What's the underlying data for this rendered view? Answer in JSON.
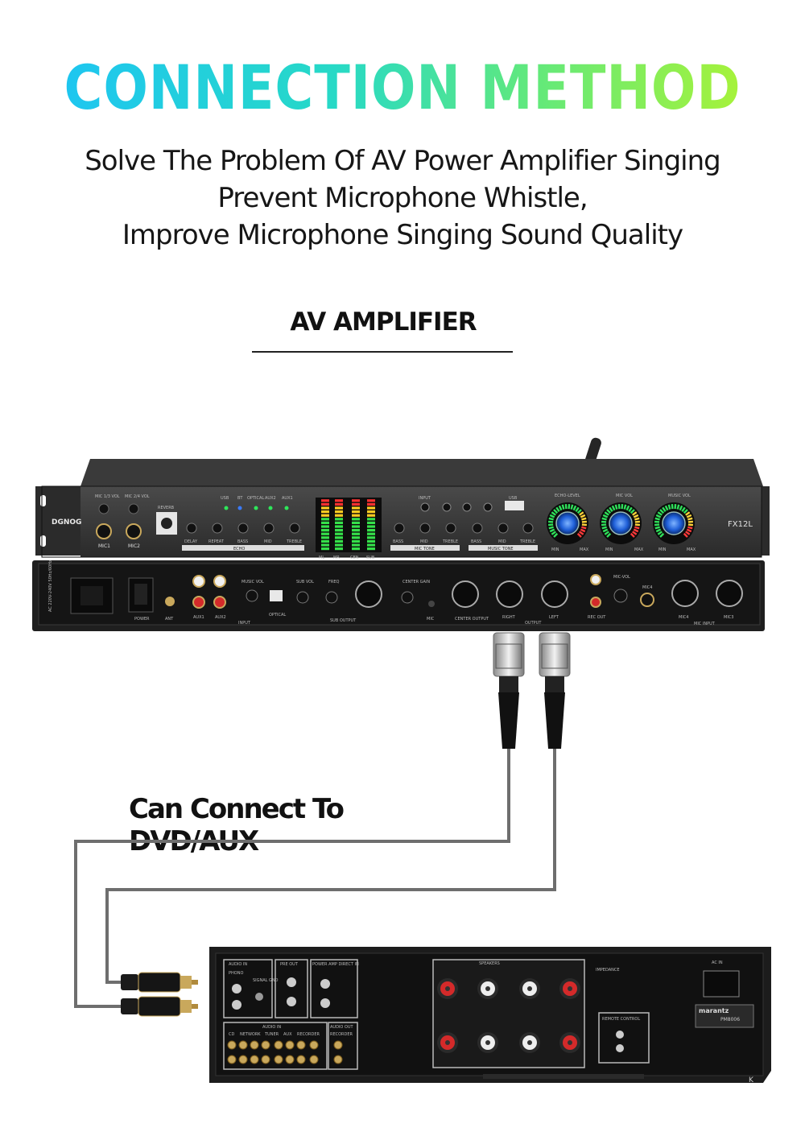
{
  "header": {
    "title": "CONNECTION METHOD",
    "subtitle_lines": [
      "Solve The Problem Of AV Power Amplifier Singing",
      "Prevent Microphone Whistle,",
      "Improve Microphone Singing Sound Quality"
    ]
  },
  "section": {
    "label": "AV AMPLIFIER"
  },
  "connection": {
    "label": "Can Connect To DVD/AUX"
  },
  "processor": {
    "brand": "DGNOG",
    "model": "FX12L",
    "front_labels": {
      "mic13": "MIC 1/3 VOL",
      "mic24": "MIC 2/4 VOL",
      "mic1": "MIC1",
      "mic2": "MIC2",
      "reverb": "REVERB",
      "usb": "USB",
      "bt": "BT",
      "optical": "OPTICAL",
      "aux2": "AUX2",
      "aux1": "AUX1",
      "echo_knobs": [
        "DELAY",
        "REPEAT",
        "BASS",
        "MID",
        "TREBLE"
      ],
      "echo_group": "ECHO",
      "meters": [
        "ML",
        "MR",
        "CEN",
        "SUB"
      ],
      "mic_tone_knobs": [
        "BASS",
        "MID",
        "TREBLE"
      ],
      "mic_tone": "MIC TONE",
      "music_tone_knobs": [
        "BASS",
        "MID",
        "TREBLE"
      ],
      "music_tone": "MUSIC TONE",
      "input": "INPUT",
      "usb_port": "USB",
      "dials": [
        "ECHO-LEVEL",
        "MIC VOL",
        "MUSIC VOL"
      ],
      "min": "MIN",
      "max": "MAX"
    },
    "rear_labels": {
      "power_rating": "AC 220V-240V 50Hz/60Hz",
      "power": "POWER",
      "ant": "ANT",
      "aux1": "AUX1",
      "aux2": "AUX2",
      "music_vol": "MUSIC VOL",
      "optical": "OPTICAL",
      "input": "INPUT",
      "sub_vol": "SUB VOL",
      "freq": "FREQ",
      "sub_output": "SUB OUTPUT",
      "center_gain": "CENTER GAIN",
      "mic": "MIC",
      "center_output": "CENTER OUTPUT",
      "right": "RIGHT",
      "left": "LEFT",
      "output": "OUTPUT",
      "rec_out": "REC OUT",
      "mic_vol": "MIC-VOL",
      "mic4": "MIC4",
      "mic3": "MIC3",
      "mic_input": "MIC INPUT"
    }
  },
  "amplifier": {
    "brand": "marantz",
    "model": "PM8006",
    "labels": {
      "audio_in": "AUDIO IN",
      "phono": "PHONO",
      "signal_gnd": "SIGNAL GND",
      "pre_out": "PRE OUT",
      "power_amp_direct_in": "POWER AMP DIRECT IN",
      "cd": "CD",
      "network": "NETWORK",
      "tuner": "TUNER",
      "aux": "AUX",
      "recorder": "RECORDER",
      "audio_out": "AUDIO OUT",
      "speakers": "SPEAKERS",
      "impedance": "IMPEDANCE",
      "remote_control": "REMOTE CONTROL",
      "ac_in": "AC IN",
      "k": "K"
    }
  },
  "colors": {
    "title_gradient_start": "#1ec6f0",
    "title_gradient_end": "#a6f23a",
    "device_body": "#1c1c1c",
    "cable": "#6e6e6e"
  }
}
